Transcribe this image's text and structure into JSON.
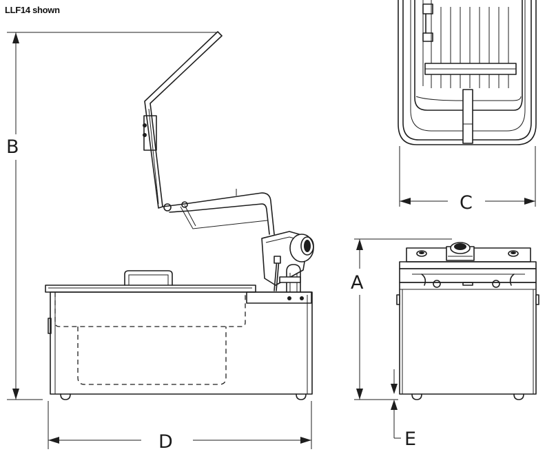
{
  "caption": "LLF14 shown",
  "dimensions": {
    "a": "A",
    "b": "B",
    "c": "C",
    "d": "D",
    "e": "E"
  },
  "colors": {
    "line": "#1e1e1e",
    "background": "#ffffff"
  }
}
